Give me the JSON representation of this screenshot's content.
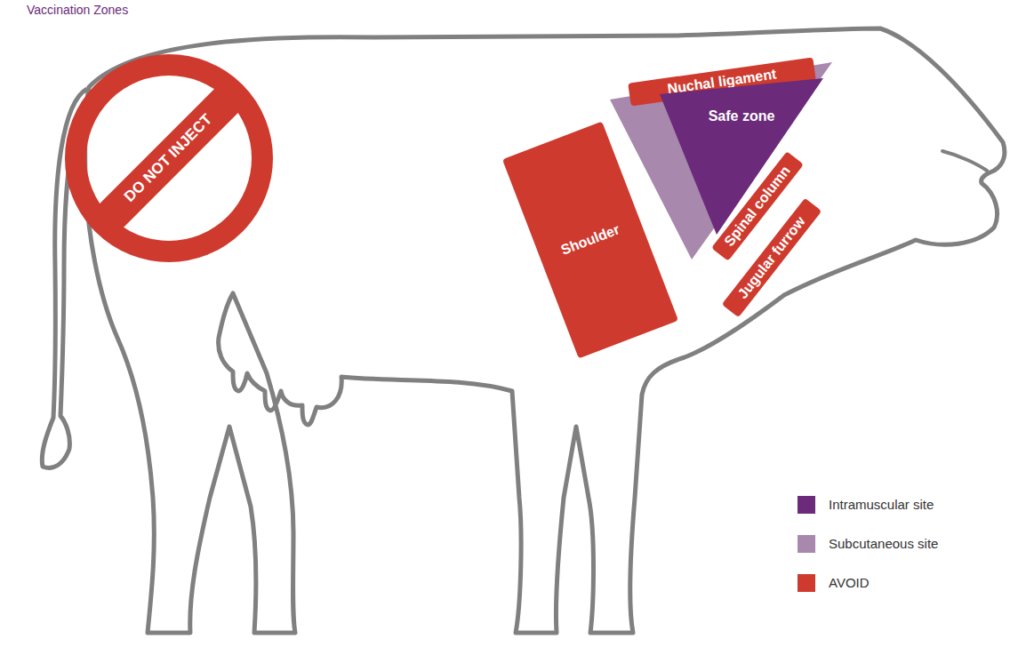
{
  "diagram": {
    "title": "Vaccination Zones",
    "nodes": [
      {
        "text": [
          "DO NOT INJECT"
        ]
      },
      {
        "text": [
          "Nuchal ligament"
        ]
      },
      {
        "text": [
          "Safe zone"
        ]
      },
      {
        "text": [
          "Shoulder"
        ]
      },
      {
        "text": [
          "Spinal column"
        ]
      },
      {
        "text": [
          "Jugular furrow"
        ]
      }
    ],
    "legend": [
      {
        "text": "Intramuscular site",
        "color": "#6b2a7a"
      },
      {
        "text": "Subcutaneous site",
        "color": "#a888ad"
      },
      {
        "text": "AVOID",
        "color": "#cf3a2e"
      }
    ]
  }
}
